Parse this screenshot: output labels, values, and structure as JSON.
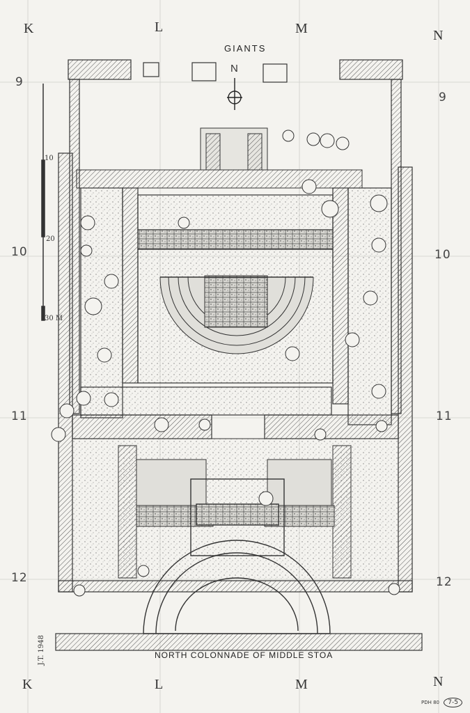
{
  "plan": {
    "title_top": "GIANTS",
    "title_bottom": "NORTH COLONNADE OF MIDDLE STOA",
    "north_marker": "N",
    "grid_letters_top": [
      "K",
      "L",
      "M",
      "N"
    ],
    "grid_letters_bottom": [
      "K",
      "L",
      "M",
      "N"
    ],
    "grid_numbers_left": [
      "9",
      "10",
      "11",
      "12"
    ],
    "grid_numbers_right": [
      "9",
      "10",
      "11",
      "12"
    ],
    "scale_labels": [
      "10",
      "20",
      "30 M"
    ],
    "signature": "J.T. 1948",
    "sheet_ref": "PDH 80",
    "sheet_number": "7-5"
  },
  "colors": {
    "ink": "#2b2b2b",
    "paper": "#f4f3ef",
    "hatch": "#6a6a6a",
    "stone": "#c9c9c6"
  }
}
